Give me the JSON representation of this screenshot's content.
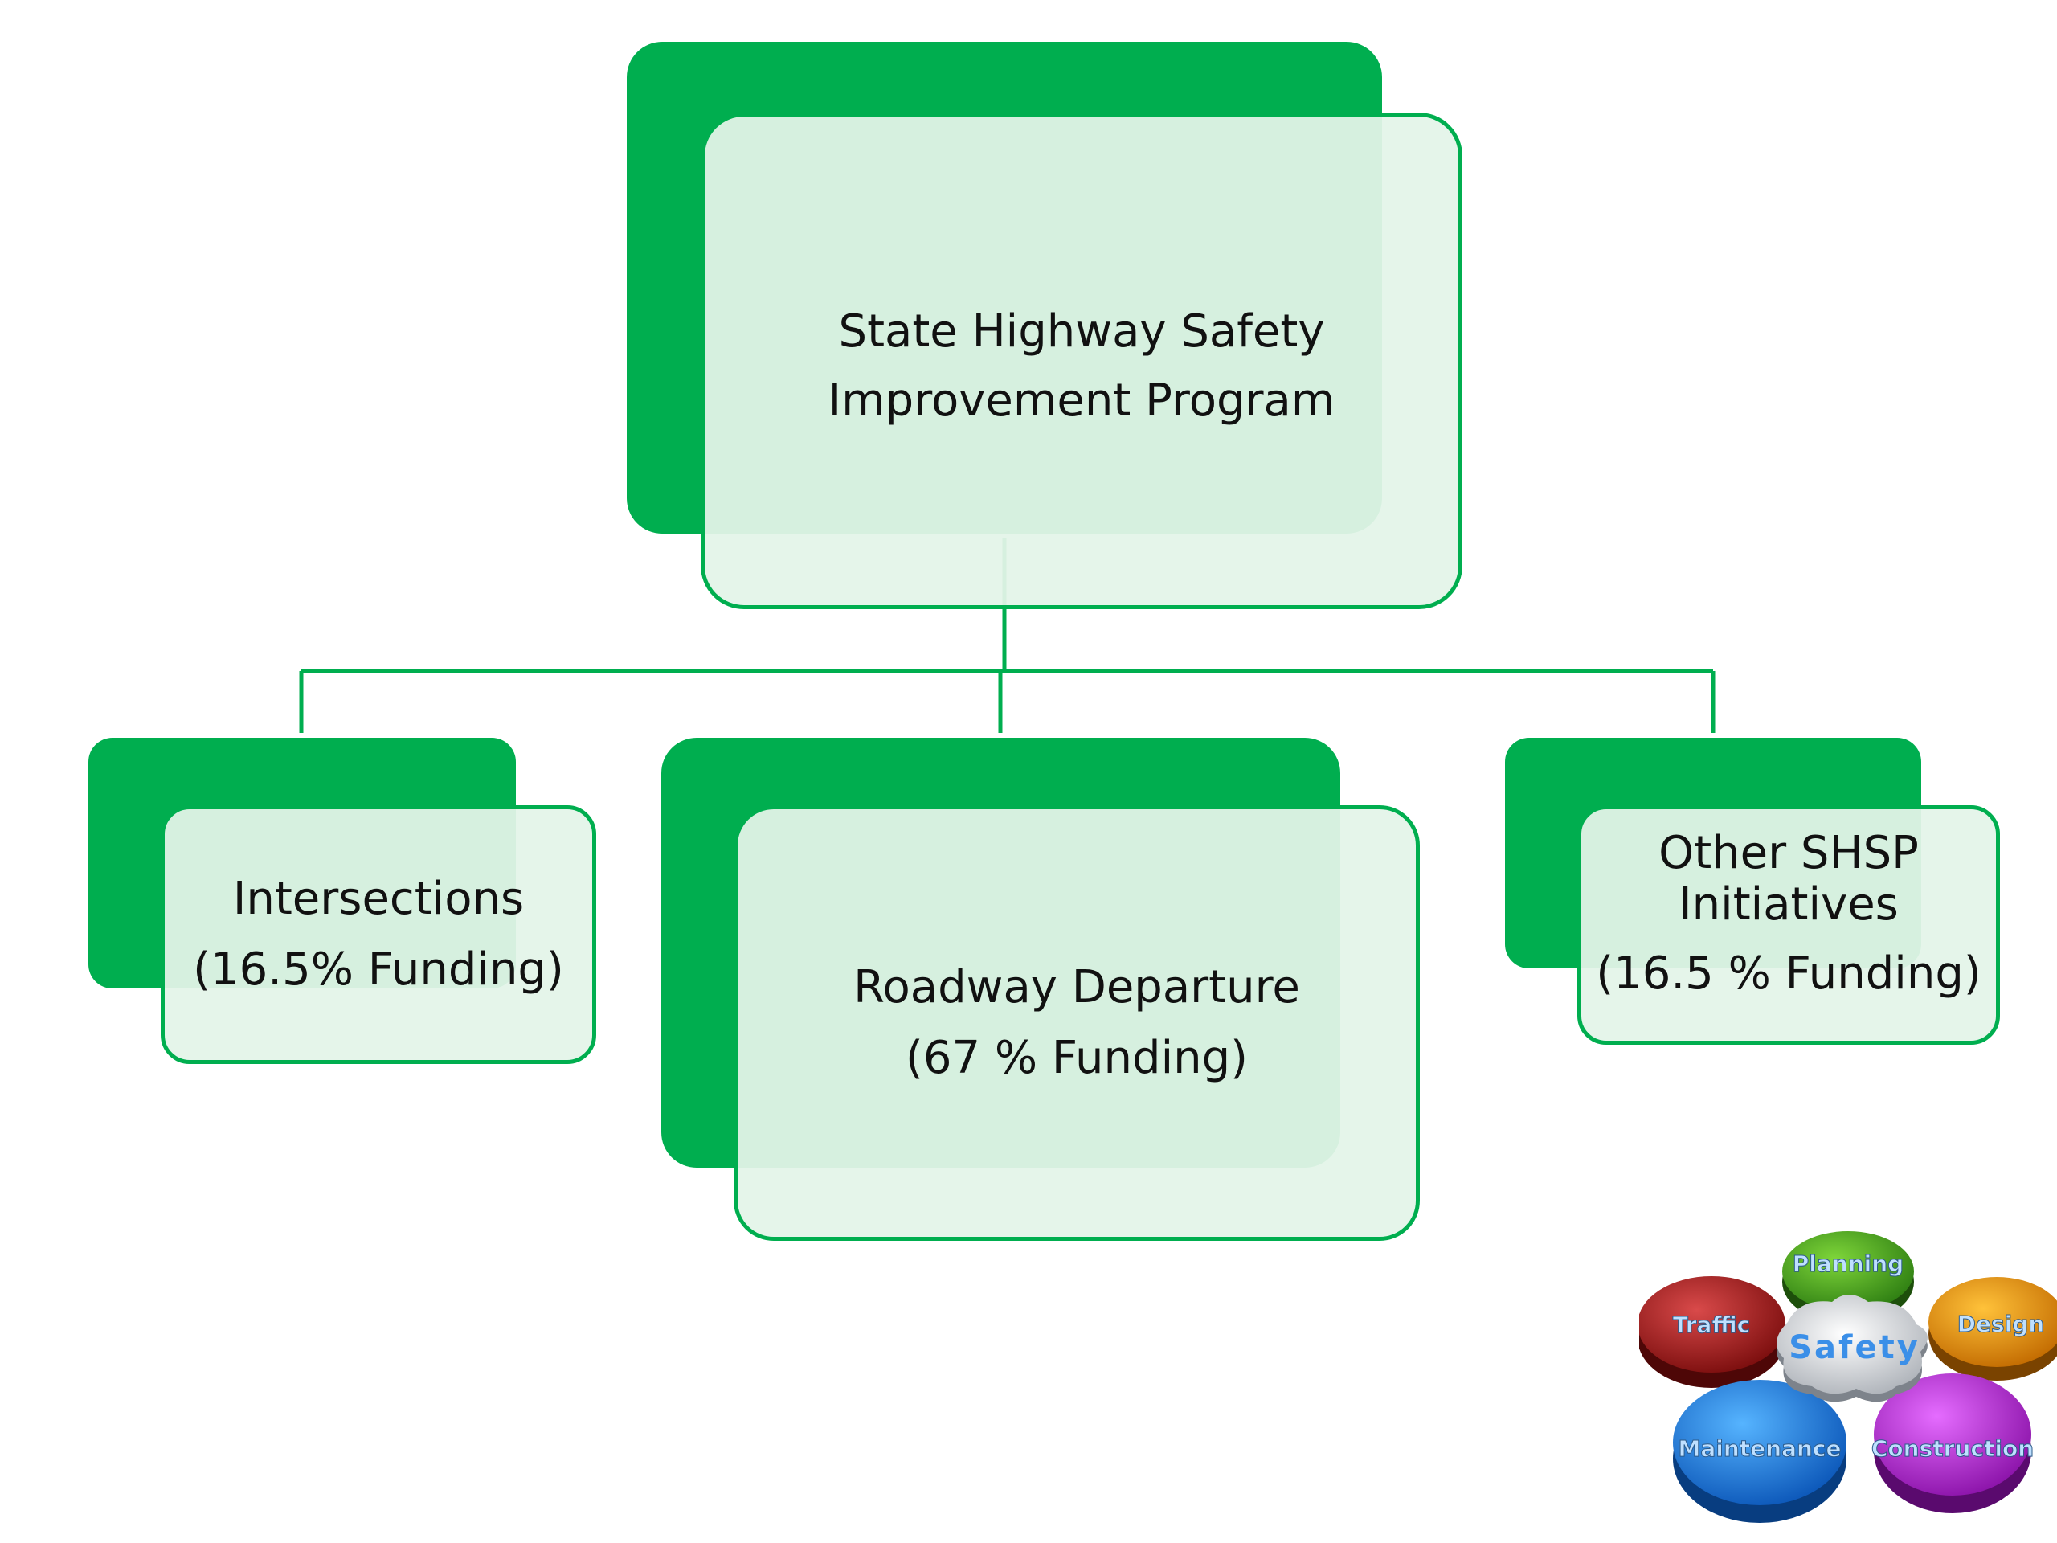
{
  "diagram": {
    "root": {
      "line1": "State Highway Safety",
      "line2": "Improvement Program"
    },
    "children": [
      {
        "line1": "Intersections",
        "line2": "(16.5% Funding)"
      },
      {
        "line1": "Roadway Departure",
        "line2": "(67 % Funding)"
      },
      {
        "line1": "Other SHSP",
        "line2": "Initiatives",
        "line3": "(16.5 % Funding)"
      }
    ]
  },
  "logo": {
    "center": "Safety",
    "pieces": [
      "Planning",
      "Design",
      "Construction",
      "Maintenance",
      "Traffic"
    ]
  },
  "colors": {
    "accent": "#00ae4f",
    "card_fill": "#e3f4e9",
    "text": "#111111"
  }
}
